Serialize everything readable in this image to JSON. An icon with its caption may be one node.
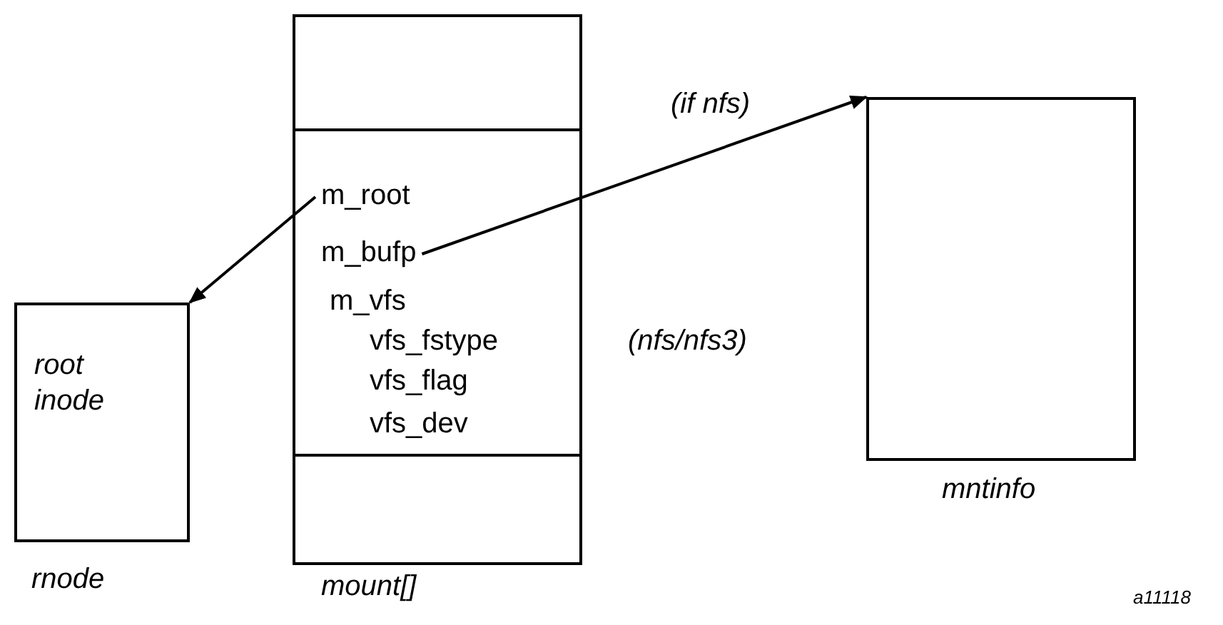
{
  "diagram": {
    "nodes": [
      {
        "text": [],
        "shape": "box"
      },
      {
        "text": [],
        "shape": "box"
      },
      {
        "text": [
          "m_root"
        ],
        "in": 1
      },
      {
        "text": [
          "m_bufp"
        ],
        "in": 1
      },
      {
        "text": [
          "m_vfs"
        ],
        "in": 1
      },
      {
        "text": [
          "vfs_fstype"
        ],
        "in": 1
      },
      {
        "text": [
          "vfs_flag"
        ],
        "in": 1
      },
      {
        "text": [
          "vfs_dev"
        ],
        "in": 1
      },
      {
        "text": [],
        "shape": "box",
        "beside": [
          "mount[]"
        ]
      },
      {
        "text": [
          "root inode"
        ],
        "beside": [
          "rnode"
        ]
      },
      {
        "text": [],
        "shape": "box",
        "beside": [
          "mntinfo"
        ]
      }
    ],
    "edges": [
      {
        "from": 2,
        "to": 9,
        "arrow": "to"
      },
      {
        "from": 3,
        "to": 10,
        "arrow": "to",
        "label": "(if nfs)"
      }
    ],
    "labels": [
      "(nfs/nfs3)",
      "a11118"
    ]
  }
}
